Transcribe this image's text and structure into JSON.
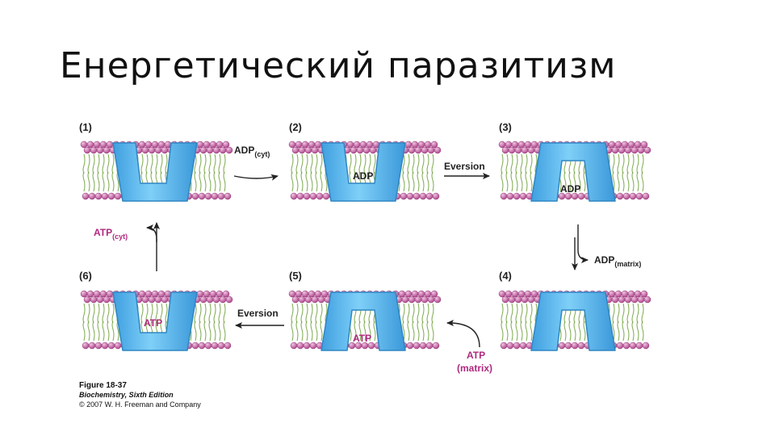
{
  "title": "Енергетический паразитизм",
  "panels": [
    {
      "label": "(1)",
      "shape": "open-up",
      "contents": ""
    },
    {
      "label": "(2)",
      "shape": "open-up",
      "contents": "ADP"
    },
    {
      "label": "(3)",
      "shape": "open-down",
      "contents": "ADP"
    },
    {
      "label": "(4)",
      "shape": "open-down",
      "contents": ""
    },
    {
      "label": "(5)",
      "shape": "open-down",
      "contents": "ATP"
    },
    {
      "label": "(6)",
      "shape": "open-up",
      "contents": "ATP"
    }
  ],
  "steps": {
    "s1_2": {
      "main": "ADP",
      "sub": "(cyt)"
    },
    "s2_3": {
      "main": "Eversion"
    },
    "s3_4": {
      "main": "ADP",
      "sub": "(matrix)"
    },
    "s4_5": {
      "line1": "ATP",
      "line2": "(matrix)"
    },
    "s5_6": {
      "main": "Eversion"
    },
    "s6_1": {
      "main": "ATP",
      "sub": "(cyt)"
    }
  },
  "caption": {
    "figure": "Figure 18-37",
    "book": "Biochemistry, Sixth Edition",
    "copyright": "© 2007 W. H. Freeman and Company"
  },
  "colors": {
    "protein": "#55b8ee",
    "protein_stroke": "#2f86c4",
    "lipid_head": "#c46aa8",
    "lipid_tail": "#7aa84c",
    "atp_text": "#b0287e",
    "text": "#222222"
  }
}
